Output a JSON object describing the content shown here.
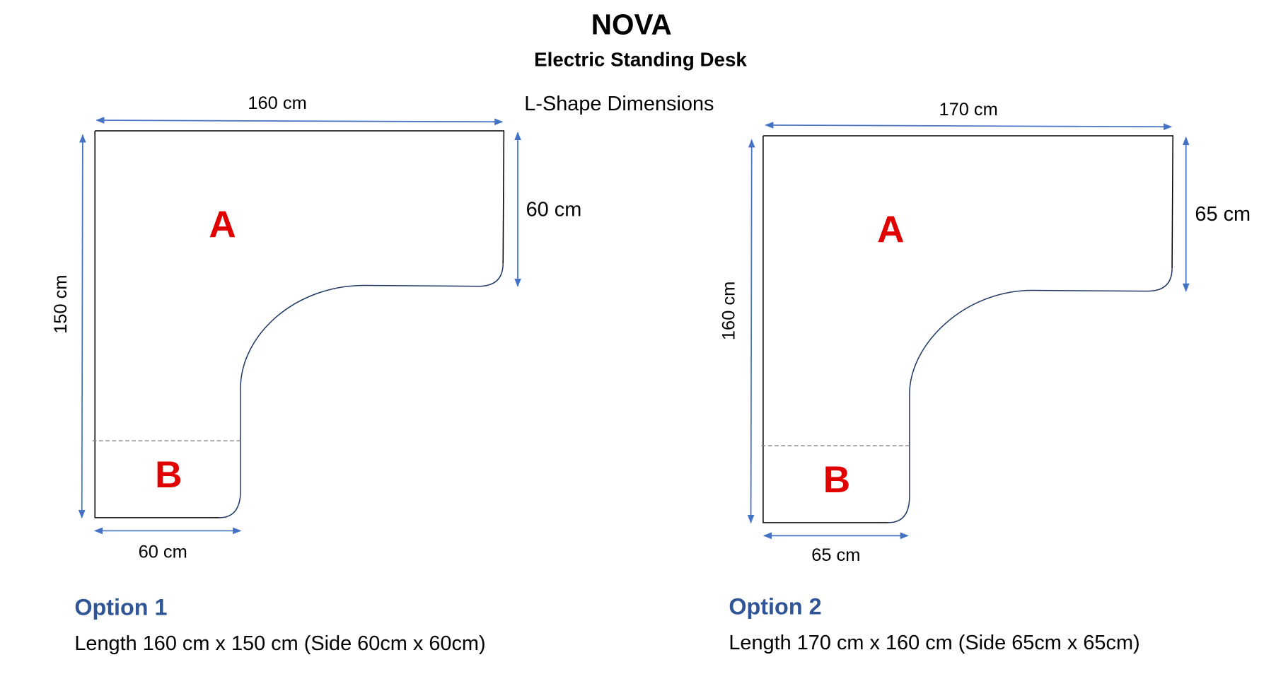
{
  "header": {
    "title": "NOVA",
    "subtitle": "Electric Standing Desk",
    "caption": "L-Shape Dimensions"
  },
  "colors": {
    "arrow": "#4472c4",
    "section_letter": "#e00000",
    "option_heading": "#2f5597"
  },
  "options": [
    {
      "heading": "Option 1",
      "description": "Length 160 cm x 150 cm (Side 60cm x 60cm)",
      "width_label": "160 cm",
      "length_label": "150 cm",
      "depth_label": "60 cm",
      "side_label": "60 cm",
      "section_a": "A",
      "section_b": "B"
    },
    {
      "heading": "Option 2",
      "description": "Length 170 cm x 160 cm (Side 65cm x 65cm)",
      "width_label": "170 cm",
      "length_label": "160 cm",
      "depth_label": "65 cm",
      "side_label": "65 cm",
      "section_a": "A",
      "section_b": "B"
    }
  ]
}
